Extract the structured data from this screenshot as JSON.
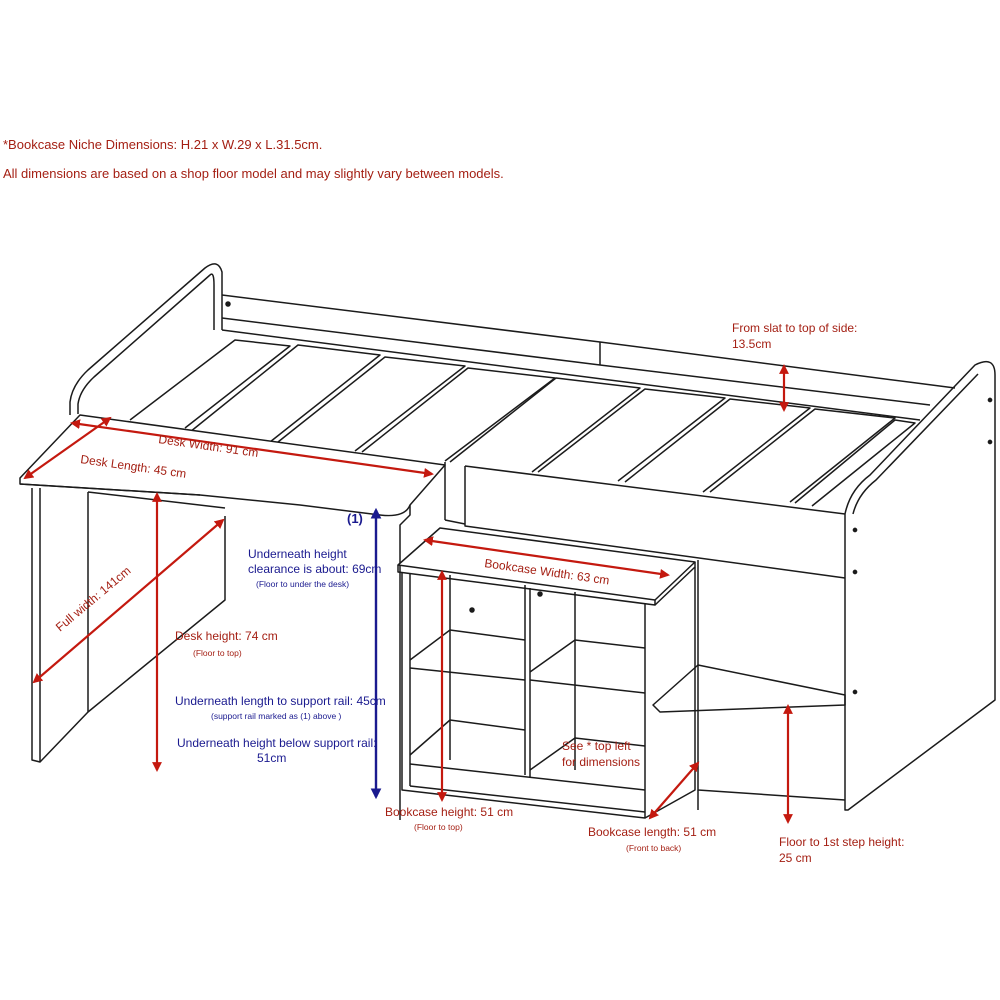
{
  "notes": {
    "niche": "*Bookcase Niche Dimensions: H.21 x W.29 x L.31.5cm.",
    "disclaimer": "All dimensions are based on a shop floor model and may slightly vary between models."
  },
  "colors": {
    "red": "#a41f13",
    "arrow_red": "#c4190f",
    "blue": "#1a1a8f",
    "line": "#1b1b1b",
    "glow": "#f2c9d2"
  },
  "labels": {
    "desk_width": "Desk Width: 91 cm",
    "desk_length": "Desk Length: 45 cm",
    "full_width": "Full width: 141cm",
    "desk_height": "Desk height: 74 cm",
    "desk_height_sub": "(Floor to top)",
    "slat_top_l1": "From slat to top of side:",
    "slat_top_l2": "13.5cm",
    "bookcase_width": "Bookcase Width: 63 cm",
    "bookcase_height": "Bookcase height: 51 cm",
    "bookcase_height_sub": "(Floor to top)",
    "bookcase_length": "Bookcase length: 51 cm",
    "bookcase_length_sub": "(Front to back)",
    "step_l1": "Floor to 1st step height:",
    "step_l2": "25 cm",
    "see_l1": "See * top left",
    "see_l2": "for dimensions",
    "marker": "(1)",
    "clear_l1": "Underneath height",
    "clear_l2": "clearance is about: 69cm",
    "clear_sub": "(Floor to under the desk)",
    "rail_len": "Underneath length to support rail: 45cm",
    "rail_len_sub": "(support rail marked as (1) above )",
    "rail_h_l1": "Underneath height below support rail:",
    "rail_h_l2": "51cm"
  }
}
